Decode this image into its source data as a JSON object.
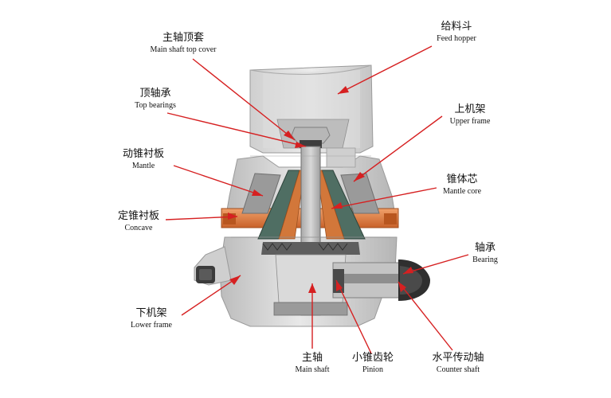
{
  "colors": {
    "leader": "#d62021",
    "frame": "#d3d3d3",
    "frame_dark": "#9a9a9a",
    "liner": "#4f6e63",
    "shaft": "#c9c9c9",
    "accent": "#e07a3a"
  },
  "labels": {
    "feed_hopper": {
      "zh": "给料斗",
      "en": "Feed hopper"
    },
    "main_shaft_top_cover": {
      "zh": "主轴顶套",
      "en": "Main shaft top cover"
    },
    "top_bearings": {
      "zh": "顶轴承",
      "en": "Top bearings"
    },
    "upper_frame": {
      "zh": "上机架",
      "en": "Upper frame"
    },
    "mantle": {
      "zh": "动锥衬板",
      "en": "Mantle"
    },
    "mantle_core": {
      "zh": "锥体芯",
      "en": "Mantle core"
    },
    "concave": {
      "zh": "定锥衬板",
      "en": "Concave"
    },
    "bearing": {
      "zh": "轴承",
      "en": "Bearing"
    },
    "lower_frame": {
      "zh": "下机架",
      "en": "Lower frame"
    },
    "main_shaft": {
      "zh": "主轴",
      "en": "Main shaft"
    },
    "pinion": {
      "zh": "小锥齿轮",
      "en": "Pinion"
    },
    "counter_shaft": {
      "zh": "水平传动轴",
      "en": "Counter shaft"
    }
  }
}
